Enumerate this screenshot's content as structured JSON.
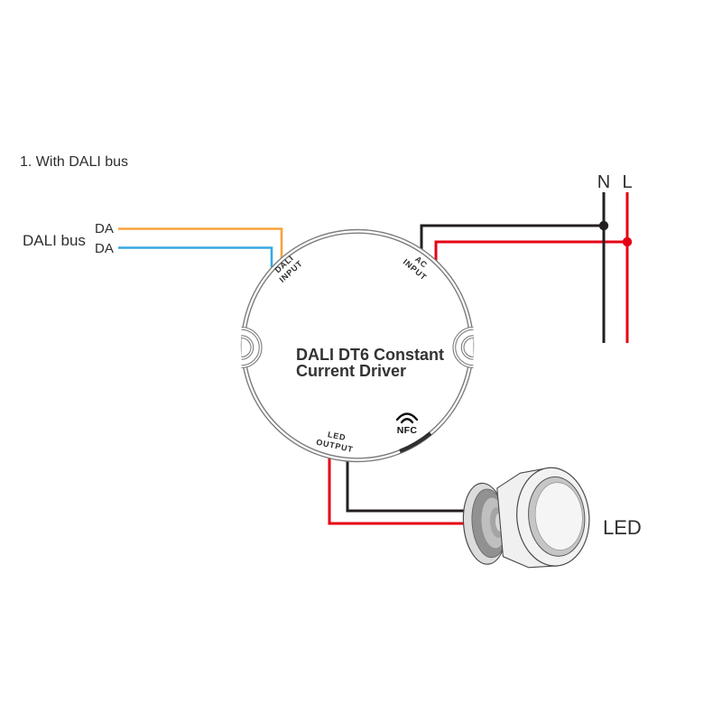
{
  "page": {
    "section_title": "1. With DALI bus"
  },
  "colors": {
    "orange": "#F7A23C",
    "blue": "#36A9E1",
    "red": "#E60014",
    "black": "#231F20",
    "outline_gray": "#7D7D7D",
    "fixture_stroke": "#4A4A4A"
  },
  "dali_bus": {
    "label": "DALI bus",
    "wire_top_label": "DA",
    "wire_bottom_label": "DA"
  },
  "mains": {
    "neutral_label": "N",
    "live_label": "L"
  },
  "driver": {
    "title_line1": "DALI DT6 Constant",
    "title_line2": "Current Driver",
    "dali_port_line1": "DALI",
    "dali_port_line2": "INPUT",
    "ac_port_line1": "AC",
    "ac_port_line2": "INPUT",
    "led_port_line1": "LED",
    "led_port_line2": "OUTPUT",
    "nfc_label": "NFC"
  },
  "led_fixture": {
    "label": "LED"
  }
}
